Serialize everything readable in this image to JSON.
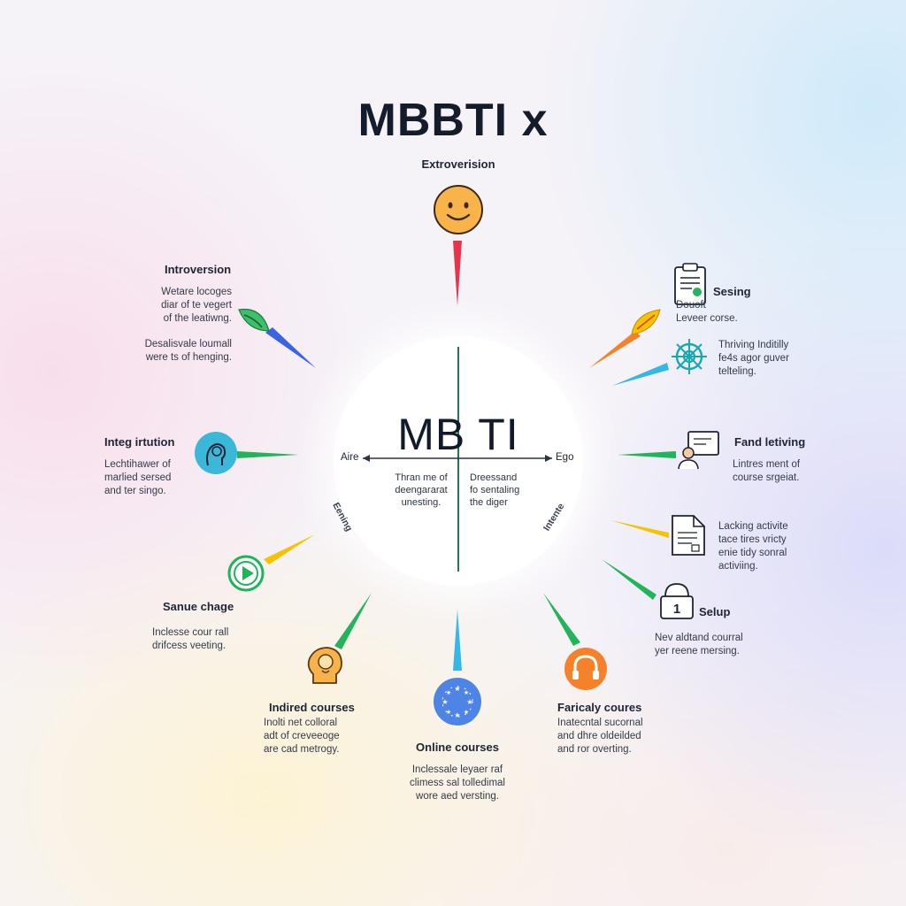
{
  "title": "MBBTI x",
  "center": {
    "title": "MB TI",
    "axis_left": "Aire",
    "axis_right": "Ego",
    "quad_left": "Thran me of\ndeengararat\nunesting.",
    "quad_right": "Dreessand\nfo sentaling\nthe diger",
    "rot_left": "Eening",
    "rot_right": "Intente"
  },
  "nodes": {
    "extroversion": {
      "label": "Extroverision",
      "icon": "smiley-face-icon"
    },
    "introversion": {
      "label": "Introversion",
      "desc1": "Wetare locoges\ndiar of te vegert\nof the leatiwng.",
      "desc2": "Desalisvale loumall\nwere ts of henging.",
      "icon": "leaf-icon"
    },
    "integ_irtution": {
      "label": "Integ irtution",
      "desc": "Lechtihawer of\nmarlied sersed\nand ter singo.",
      "icon": "person-profile-icon"
    },
    "sanue_chage": {
      "label": "Sanue chage",
      "desc": "Inclesse cour rall\ndrifcess veeting.",
      "icon": "play-button-icon"
    },
    "indired_courses": {
      "label": "Indired courses",
      "desc": "Inolti net colloral\nadt of creveeoge\nare cad metrogy.",
      "icon": "head-idea-icon"
    },
    "online_courses": {
      "label": "Online courses",
      "desc": "Inclessale leyaer raf\nclimess sal tolledimal\nwore aed versting.",
      "icon": "globe-stars-icon"
    },
    "faricaly_coures": {
      "label": "Faricaly coures",
      "desc": "Inatecntal sucornal\nand dhre oldeilded\nand ror overting.",
      "icon": "headset-icon"
    },
    "sesing": {
      "label": "Sesing",
      "desc": "Douoft\nLeveer corse.",
      "icon": "clipboard-icon"
    },
    "thinking": {
      "desc": "Thriving Inditilly\nfe4s agor guver\ntelteling.",
      "icon": "ship-wheel-icon"
    },
    "fand_letiving": {
      "label": "Fand letiving",
      "desc": "Lintres ment of\ncourse srgeiat.",
      "icon": "presenter-screen-icon"
    },
    "lacking": {
      "desc": "Lacking activite\ntace tires vricty\nenie tidy sonral\nactiviing.",
      "icon": "document-icon"
    },
    "selup": {
      "label": "Selup",
      "desc": "Nev aldtand courral\nyer reene mersing.",
      "icon": "locked-box-icon"
    }
  },
  "colors": {
    "red": "#e8344a",
    "blue": "#3a63e6",
    "green": "#22b45a",
    "yellow": "#f5c400",
    "orange": "#f5822a",
    "cyan": "#35b7e8",
    "teal": "#19a8b0",
    "dark": "#1b2333"
  }
}
